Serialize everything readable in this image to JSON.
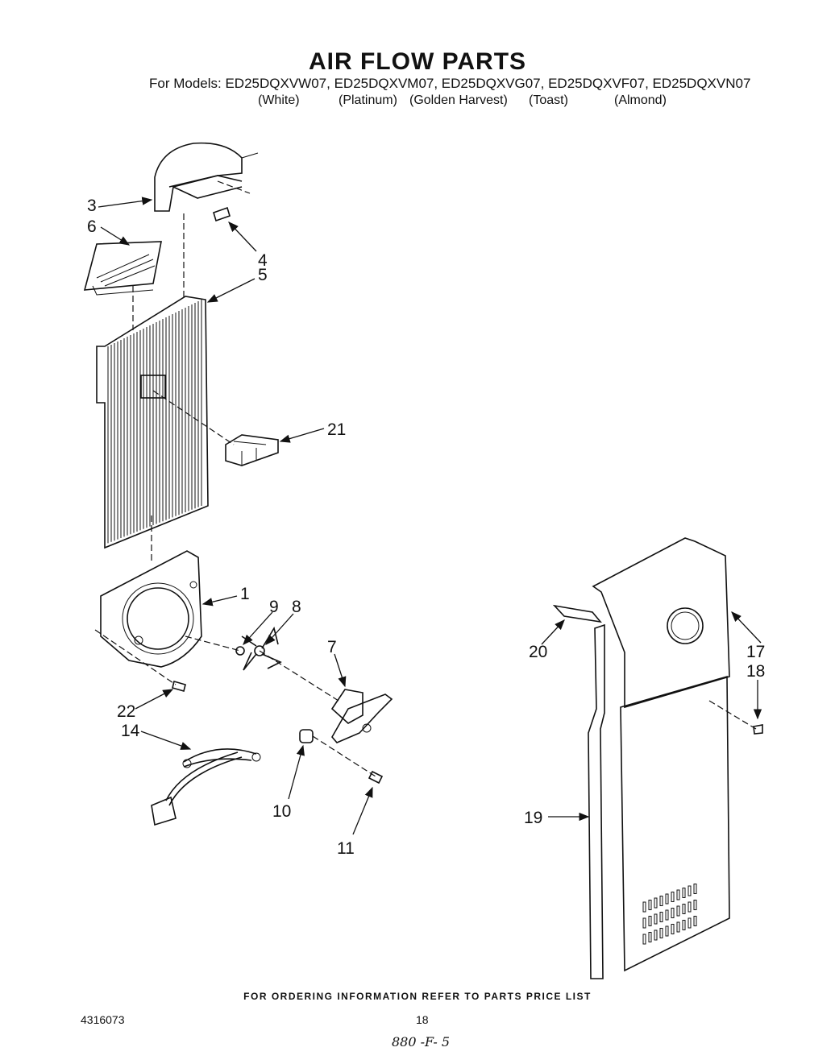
{
  "title": "AIR FLOW PARTS",
  "models_line": "For Models:  ED25DQXVW07, ED25DQXVM07, ED25DQXVG07, ED25DQXVF07, ED25DQXVN07",
  "colors": [
    "(White)",
    "(Platinum)",
    "(Golden Harvest)",
    "(Toast)",
    "(Almond)"
  ],
  "callouts": [
    "3",
    "6",
    "4",
    "5",
    "21",
    "1",
    "9",
    "8",
    "7",
    "22",
    "14",
    "10",
    "11",
    "20",
    "17",
    "18",
    "19"
  ],
  "footer": "FOR ORDERING INFORMATION REFER TO PARTS PRICE LIST",
  "doc_number": "4316073",
  "page_number": "18",
  "handwritten_note": "880 -F- 5"
}
